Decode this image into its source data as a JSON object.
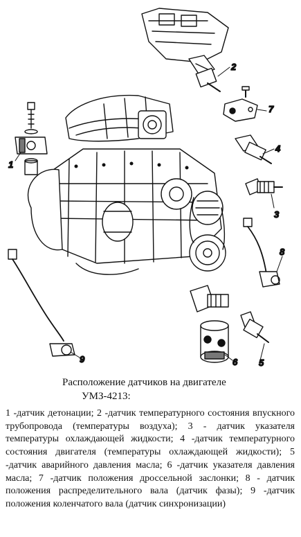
{
  "figure": {
    "title_line1": "Расположение датчиков на двигателе",
    "title_line2": "УМЗ-4213:",
    "callouts": [
      "1",
      "2",
      "3",
      "4",
      "5",
      "6",
      "7",
      "8",
      "9"
    ]
  },
  "legend": {
    "text": "1 -датчик детонации; 2 -датчик температурного состояния впускного трубопровода (температуры воздуха); 3 - датчик указателя температуры охлаждающей жидкости; 4 -датчик температурного состояния двигателя (температуры охлаждающей жидкости); 5 -датчик аварийного давления масла; 6 -датчик указателя давления масла; 7 -датчик положения дроссельной заслонки; 8 - датчик положения распределительного вала (датчик фазы); 9 -датчик положения коленчатого вала (датчик синхронизации)"
  }
}
